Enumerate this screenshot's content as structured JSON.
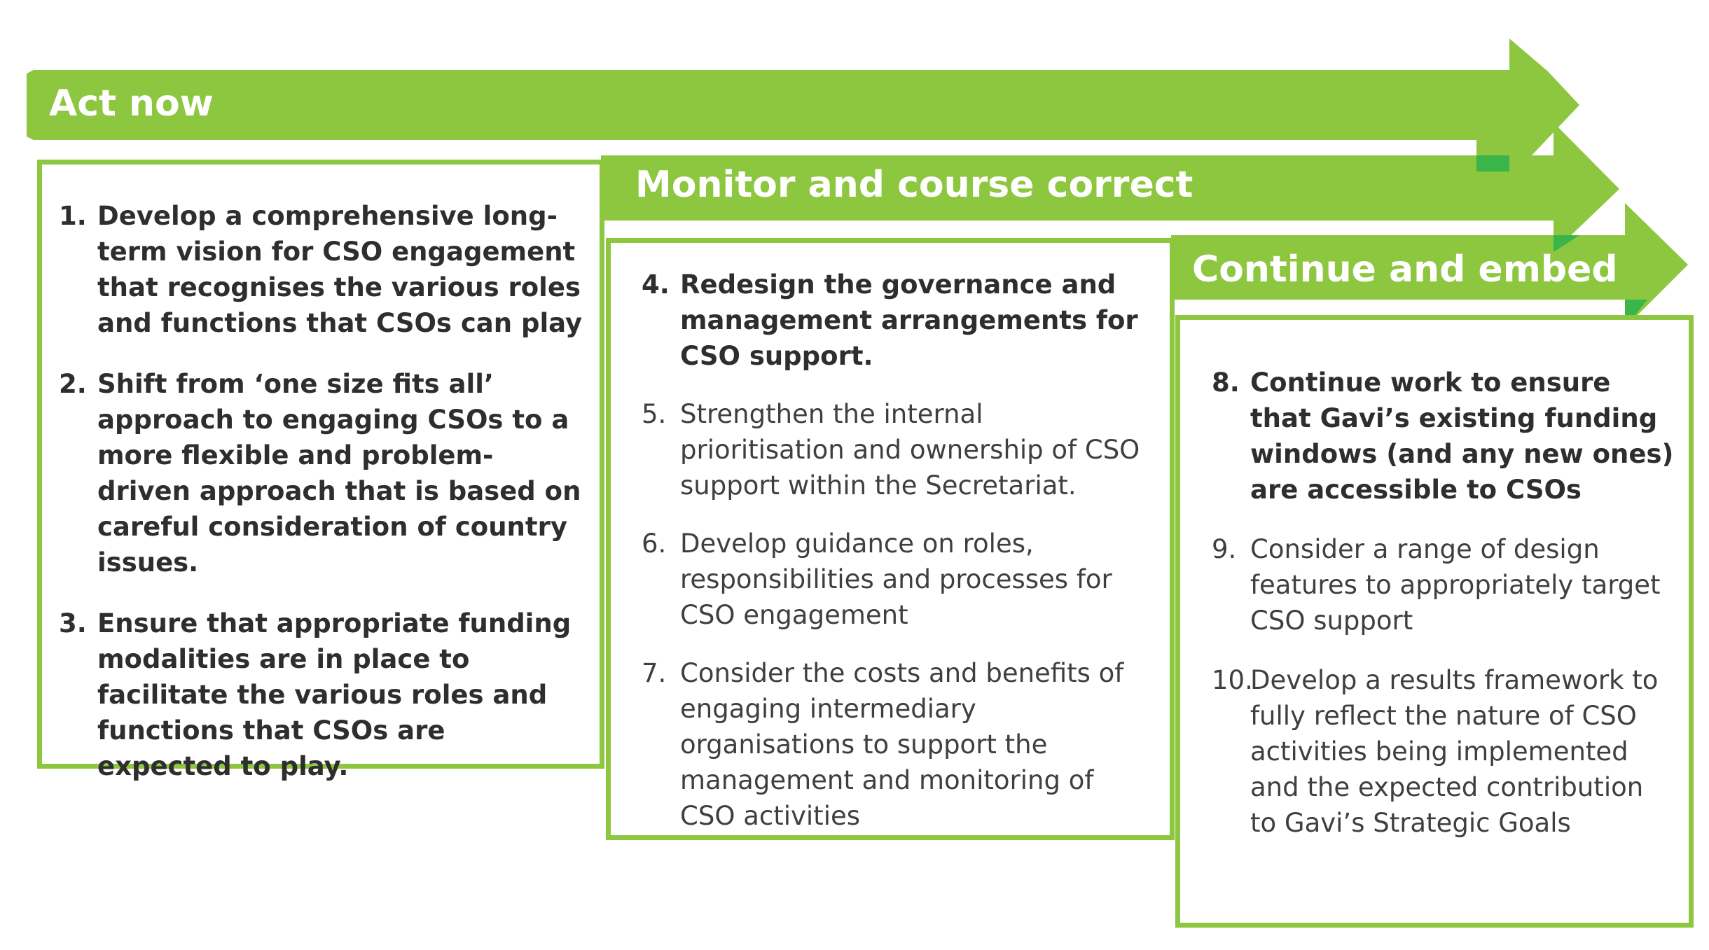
{
  "colors": {
    "arrow_green": "#8dc63f",
    "overlap_green": "#39b54a",
    "box_border": "#8dc63f",
    "label_text": "#ffffff"
  },
  "arrows": {
    "act_now": {
      "label": "Act now"
    },
    "monitor": {
      "label": "Monitor and course correct"
    },
    "continue": {
      "label": "Continue and embed"
    }
  },
  "act_now_items": [
    {
      "num": "1.",
      "text": "Develop a comprehensive long-term vision for CSO engagement that recognises the various roles and functions that CSOs can play"
    },
    {
      "num": "2.",
      "text": "Shift from ‘one size fits all’ approach to engaging CSOs to a more flexible and problem-driven approach that is based on careful consideration of country issues."
    },
    {
      "num": "3.",
      "text": "Ensure that appropriate funding modalities are in place to facilitate the various roles and functions that CSOs are expected to play."
    }
  ],
  "monitor_items": [
    {
      "num": "4.",
      "text": "Redesign the governance and management arrangements for CSO support."
    },
    {
      "num": "5.",
      "text": "Strengthen the internal prioritisation and ownership of CSO support within the Secretariat."
    },
    {
      "num": "6.",
      "text": "Develop guidance on roles, responsibilities and processes for CSO engagement"
    },
    {
      "num": "7.",
      "text": "Consider the costs and benefits of engaging intermediary organisations to support the management and monitoring of CSO activities"
    }
  ],
  "continue_items": [
    {
      "num": "8.",
      "text": "Continue work to ensure that Gavi’s existing funding windows (and any new ones) are accessible to CSOs"
    },
    {
      "num": "9.",
      "text": "Consider a range of design features to appropriately target CSO support"
    },
    {
      "num": "10.",
      "text": "Develop a results framework to fully reflect the nature of CSO activities being implemented and the expected contribution to Gavi’s Strategic Goals"
    }
  ]
}
